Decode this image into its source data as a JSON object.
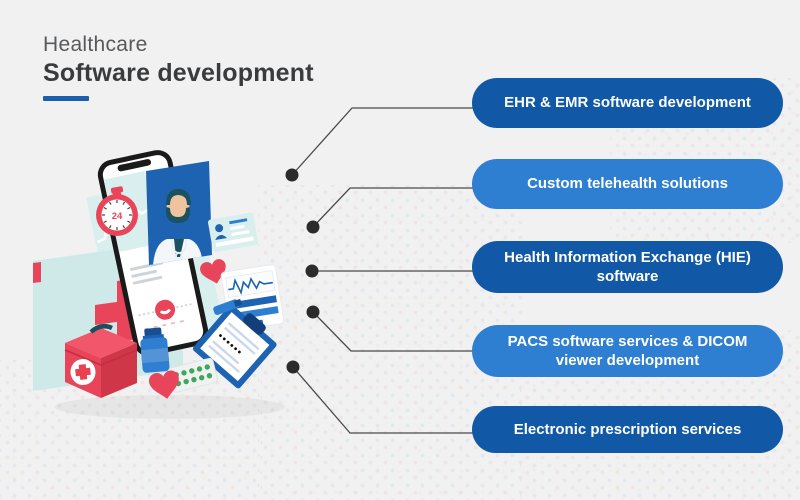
{
  "header": {
    "kicker": "Healthcare",
    "title": "Software development"
  },
  "services": [
    {
      "label": "EHR & EMR software development",
      "tone": "dark"
    },
    {
      "label": "Custom telehealth solutions",
      "tone": "light"
    },
    {
      "label": "Health Information Exchange (HIE) software",
      "tone": "dark"
    },
    {
      "label": "PACS software services  & DICOM viewer development",
      "tone": "light"
    },
    {
      "label": "Electronic prescription services",
      "tone": "dark"
    }
  ],
  "illustration": {
    "clock_badge": "24",
    "elements": [
      "smartphone",
      "doctor-video-call",
      "alarm-clock-24",
      "medical-cross-folder",
      "first-aid-kit",
      "pill-bottle",
      "pill-blister",
      "heart",
      "ekg-monitor-card",
      "patient-id-card",
      "prescription-clipboard",
      "call-button"
    ]
  },
  "colors": {
    "bg": "#f1f1f2",
    "ink": "#3a3b3d",
    "muted": "#58595b",
    "accent": "#1b5ea9",
    "pill-dark": "#1159a6",
    "pill-light": "#2e7fd2",
    "pill-text": "#ffffff",
    "line": "#4a4a4a",
    "dot": "#2b2b2b",
    "ill-red": "#e8455a",
    "ill-red-dk": "#cf3648",
    "ill-red-lt": "#f2566a",
    "ill-mint": "#d9efee",
    "ill-mint2": "#cfe9e8",
    "ill-blue": "#1d63b2",
    "ill-blue2": "#2e7fd2",
    "ill-navy": "#174f92",
    "ill-teal": "#1a525f",
    "ill-skin": "#f0c39f",
    "ill-green": "#3fa65c",
    "ill-grayline": "#ccd3da"
  }
}
